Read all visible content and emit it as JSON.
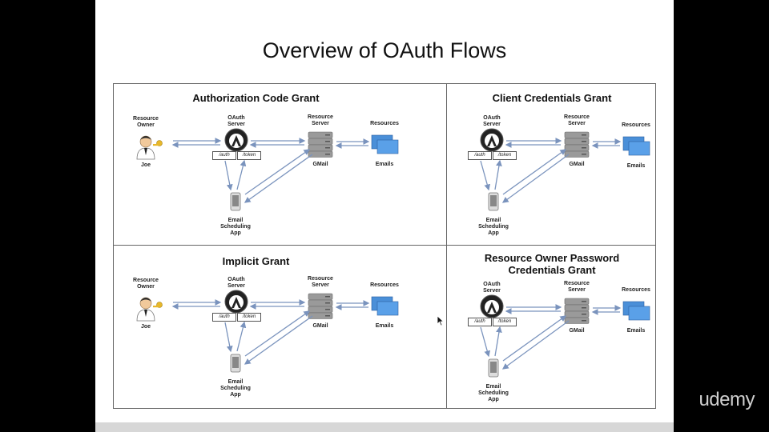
{
  "slide": {
    "title": "Overview of OAuth Flows"
  },
  "labels": {
    "resource_owner": "Resource\nOwner",
    "oauth_server": "OAuth\nServer",
    "resource_server": "Resource\nServer",
    "resources": "Resources",
    "joe": "Joe",
    "gmail": "GMail",
    "emails": "Emails",
    "app": "Email\nScheduling\nApp",
    "auth_endpoint": "/auth",
    "token_endpoint": "/token"
  },
  "panels": [
    {
      "title": "Authorization Code Grant"
    },
    {
      "title": "Client Credentials Grant"
    },
    {
      "title": "Implicit Grant"
    },
    {
      "title": "Resource Owner Password\nCredentials Grant"
    }
  ],
  "watermark": "udemy",
  "colors": {
    "arrow": "#7a93bd",
    "folder": "#4a8fd8",
    "server": "#9a9a9a"
  }
}
